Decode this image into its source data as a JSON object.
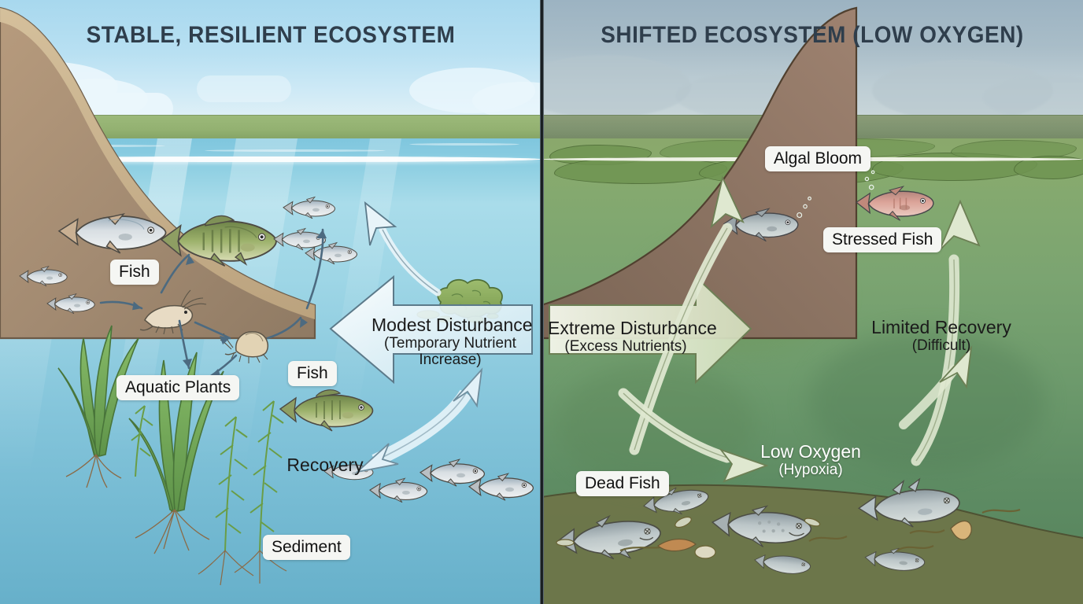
{
  "diagram": {
    "type": "ecosystem-comparison",
    "panels": [
      {
        "id": "stable",
        "title": "STABLE, RESILIENT ECOSYSTEM",
        "side": "left",
        "water_color": "#9ed6e6",
        "sediment_color": "#a89073",
        "labels": [
          {
            "id": "fish-upper",
            "text": "Fish"
          },
          {
            "id": "fish-lower",
            "text": "Fish"
          },
          {
            "id": "aquatic-plants",
            "text": "Aquatic Plants"
          },
          {
            "id": "sediment",
            "text": "Sediment"
          }
        ],
        "flow_labels": [
          {
            "id": "modest-disturbance",
            "line1": "Modest Disturbance",
            "line2": "(Temporary Nutrient",
            "line3": "Increase)"
          },
          {
            "id": "recovery",
            "line1": "Recovery",
            "line2": "",
            "line3": ""
          }
        ]
      },
      {
        "id": "shifted",
        "title": "SHIFTED ECOSYSTEM (LOW OXYGEN)",
        "side": "right",
        "water_color": "#7ba471",
        "sediment_color": "#8a7361",
        "labels": [
          {
            "id": "algal-bloom",
            "text": "Algal Bloom"
          },
          {
            "id": "stressed-fish",
            "text": "Stressed Fish"
          },
          {
            "id": "dead-fish",
            "text": "Dead Fish"
          }
        ],
        "flow_labels": [
          {
            "id": "extreme-disturbance",
            "line1": "Extreme Disturbance",
            "line2": "(Excess Nutrients)",
            "line3": ""
          },
          {
            "id": "low-oxygen",
            "line1": "Low Oxygen",
            "line2": "(Hypoxia)",
            "line3": ""
          },
          {
            "id": "limited-recovery",
            "line1": "Limited Recovery",
            "line2": "(Difficult)",
            "line3": ""
          }
        ]
      }
    ],
    "icons": {
      "fish": "fish-icon",
      "shrimp": "shrimp-icon",
      "snail": "snail-icon",
      "plant": "aquatic-plant-icon",
      "algae": "algae-clump-icon",
      "dead_fish": "dead-fish-icon",
      "cloud": "cloud-icon",
      "arrow_block": "block-arrow-icon",
      "arrow_curved": "curved-arrow-icon",
      "food_web_arrow": "food-web-arrow-icon"
    }
  }
}
